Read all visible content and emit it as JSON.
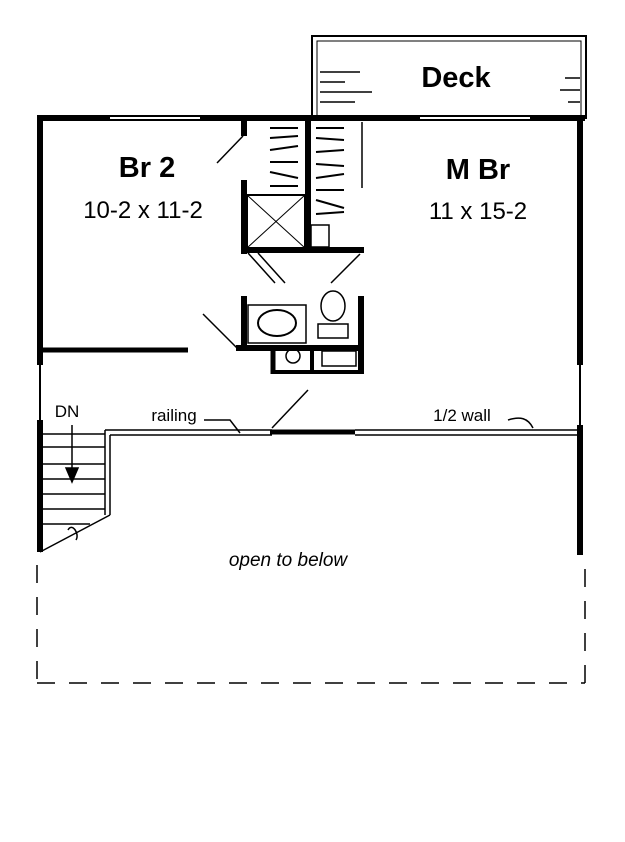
{
  "rooms": {
    "deck": {
      "name": "Deck"
    },
    "br2": {
      "name": "Br 2",
      "size": "10-2 x 11-2"
    },
    "mbr": {
      "name": "M Br",
      "size": "11 x 15-2"
    }
  },
  "notes": {
    "stairs": "DN",
    "railing": "railing",
    "half_wall": "1/2 wall",
    "open": "open to below"
  }
}
